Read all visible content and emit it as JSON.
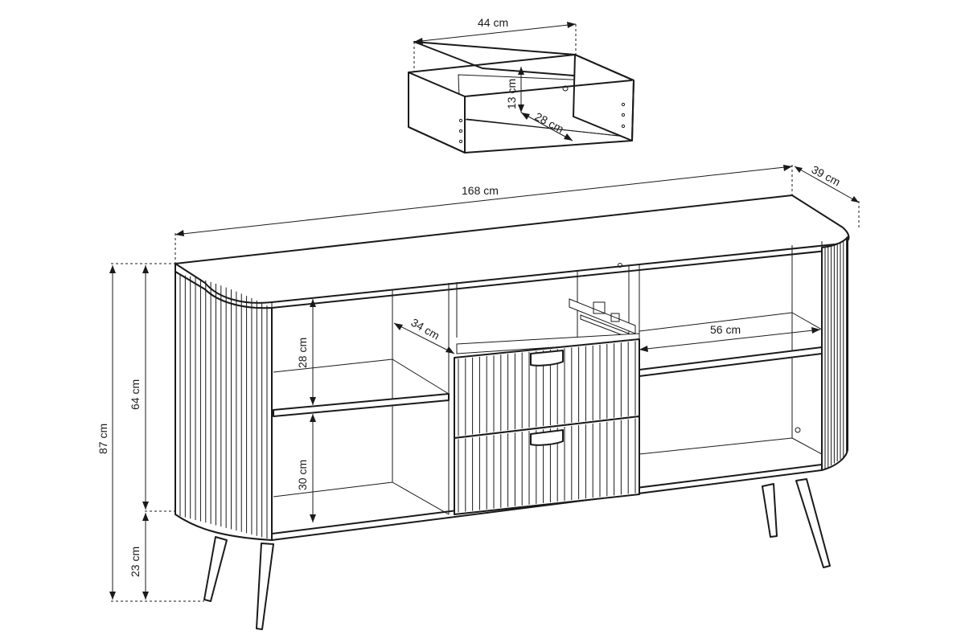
{
  "dimensions": {
    "drawer_width": "44 cm",
    "drawer_height": "13 cm",
    "drawer_depth": "28 cm",
    "total_width": "168 cm",
    "total_depth": "39 cm",
    "total_height": "87 cm",
    "body_height": "64 cm",
    "leg_height": "23 cm",
    "upper_shelf_height": "28 cm",
    "lower_shelf_height": "30 cm",
    "inner_depth": "34 cm",
    "right_compartment_width": "56 cm"
  }
}
